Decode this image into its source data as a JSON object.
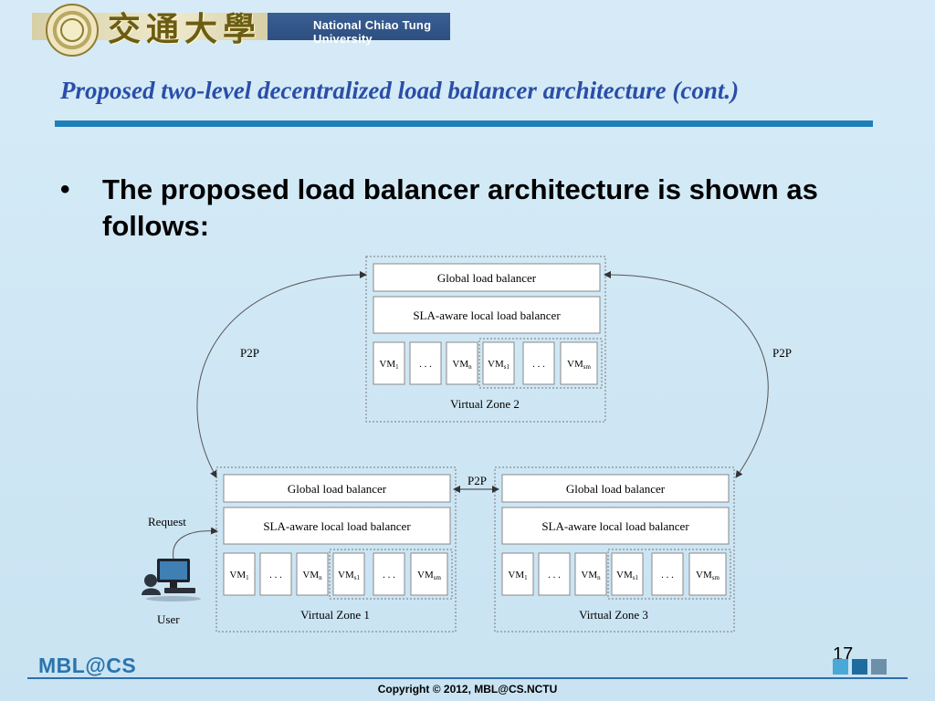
{
  "header": {
    "logo_text": "交通大學",
    "university": "National Chiao Tung University"
  },
  "slide": {
    "title": "Proposed two-level decentralized load balancer architecture (cont.)",
    "bullet": "The proposed load balancer architecture is shown as follows:"
  },
  "diagram": {
    "labels": {
      "p2p_left": "P2P",
      "p2p_right": "P2P",
      "p2p_middle": "P2P",
      "request": "Request",
      "user": "User"
    },
    "zones": [
      {
        "name": "Virtual Zone 2",
        "global": "Global load balancer",
        "local": "SLA-aware local load balancer",
        "vms": [
          {
            "base": "VM",
            "sub": "1"
          },
          {
            "base": ". . .",
            "sub": ""
          },
          {
            "base": "VM",
            "sub": "n"
          },
          {
            "base": "VM",
            "sub": "s1"
          },
          {
            "base": ". . .",
            "sub": ""
          },
          {
            "base": "VM",
            "sub": "sm"
          }
        ]
      },
      {
        "name": "Virtual Zone 1",
        "global": "Global load balancer",
        "local": "SLA-aware local load balancer",
        "vms": [
          {
            "base": "VM",
            "sub": "1"
          },
          {
            "base": ". . .",
            "sub": ""
          },
          {
            "base": "VM",
            "sub": "n"
          },
          {
            "base": "VM",
            "sub": "s1"
          },
          {
            "base": ". . .",
            "sub": ""
          },
          {
            "base": "VM",
            "sub": "sm"
          }
        ]
      },
      {
        "name": "Virtual Zone 3",
        "global": "Global load balancer",
        "local": "SLA-aware local load balancer",
        "vms": [
          {
            "base": "VM",
            "sub": "1"
          },
          {
            "base": ". . .",
            "sub": ""
          },
          {
            "base": "VM",
            "sub": "n"
          },
          {
            "base": "VM",
            "sub": "s1"
          },
          {
            "base": ". . .",
            "sub": ""
          },
          {
            "base": "VM",
            "sub": "sm"
          }
        ]
      }
    ]
  },
  "footer": {
    "logo": "MBL@CS",
    "page_number": "17",
    "copyright": "Copyright © 2012, MBL@CS.NCTU"
  },
  "colors": {
    "title_blue": "#2a4ea8",
    "rule_blue": "#1f7fb8",
    "square_1": "#4aa8d6",
    "square_2": "#1e6c9e",
    "square_3": "#6e8fa8"
  },
  "icons": {
    "user": "computer-user-icon",
    "seal": "university-seal-icon"
  }
}
